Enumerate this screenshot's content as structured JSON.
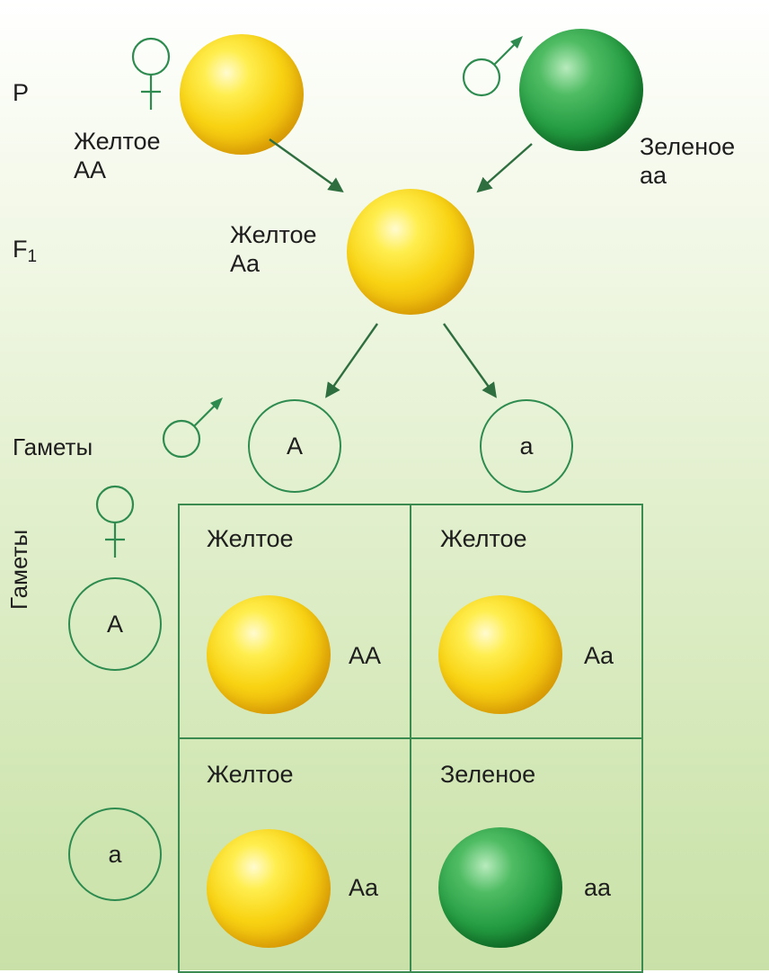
{
  "rows": {
    "parents_label": "P",
    "f1_label": "F",
    "f1_sub": "1",
    "gametes_label": "Гаметы",
    "gametes_label_vertical": "Гаметы"
  },
  "parent_female": {
    "phenotype": "Желтое",
    "genotype": "AA",
    "color": "#f3c90e"
  },
  "parent_male": {
    "phenotype": "Зеленое",
    "genotype": "aa",
    "color": "#1f9a41"
  },
  "f1": {
    "phenotype": "Желтое",
    "genotype": "Aa"
  },
  "male_gametes": [
    "A",
    "a"
  ],
  "female_gametes": [
    "A",
    "a"
  ],
  "punnett": [
    {
      "phenotype": "Желтое",
      "genotype": "AA"
    },
    {
      "phenotype": "Желтое",
      "genotype": "Aa"
    },
    {
      "phenotype": "Желтое",
      "genotype": "Aa"
    },
    {
      "phenotype": "Зеленое",
      "genotype": "aa"
    }
  ],
  "icons": [
    "female-symbol-icon",
    "male-symbol-icon",
    "arrow-icon"
  ],
  "line_color": "#2e8b4f"
}
